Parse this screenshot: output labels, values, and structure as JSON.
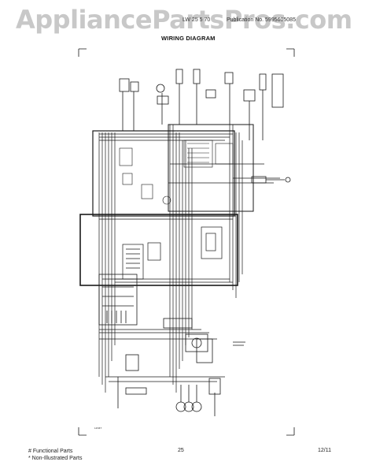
{
  "watermark": "AppliancePartsPros.com",
  "header": {
    "model": "LW 25 5 70",
    "publication": "Publication No. 5995605085"
  },
  "title": "WIRING DIAGRAM",
  "footer": {
    "note_functional": "# Functional Parts",
    "note_non_illustrated": "* Non-Illustrated Parts",
    "page_number": "25",
    "date": "12/11"
  },
  "colors": {
    "watermark": "#c8c8c8",
    "ink": "#1a1a1a"
  }
}
